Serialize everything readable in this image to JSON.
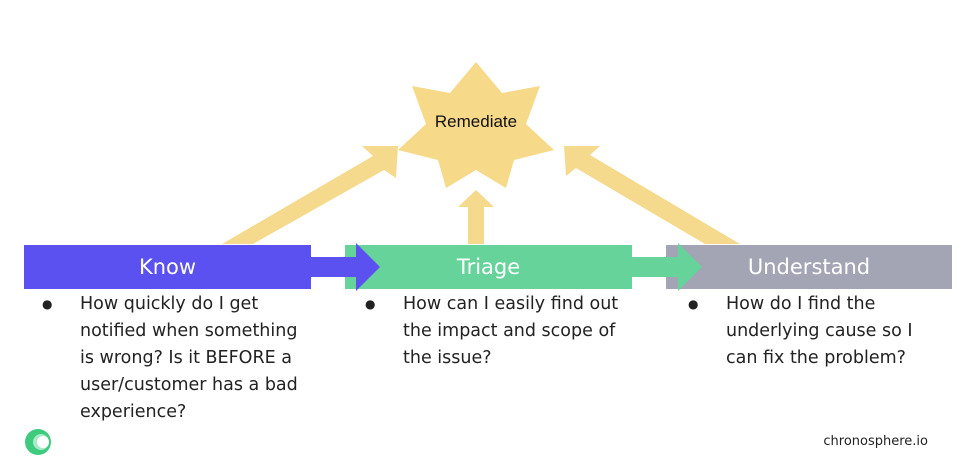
{
  "diagram": {
    "center": {
      "label": "Remediate"
    },
    "stages": [
      {
        "label": "Know",
        "color": "#5b50f0",
        "bullets": [
          "How quickly do I get notified when something is wrong? Is it BEFORE a user/customer has a bad experience?"
        ]
      },
      {
        "label": "Triage",
        "color": "#66d49a",
        "bullets": [
          "How can I easily find out the impact and scope of the issue?"
        ]
      },
      {
        "label": "Understand",
        "color": "#a3a5b5",
        "bullets": [
          "How do I find the underlying cause so I can fix the problem?"
        ]
      }
    ],
    "arrow_color": "#f5d98c",
    "star_color": "#f7d98a"
  },
  "footer": {
    "logo_icon": "chronosphere-logo-icon",
    "url": "chronosphere.io"
  }
}
